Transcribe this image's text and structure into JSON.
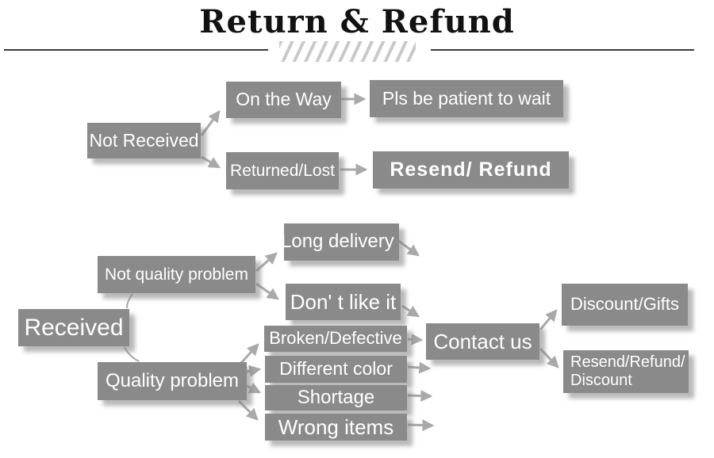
{
  "title": "Return & Refund",
  "colors": {
    "box": "#8a8a8a",
    "box_text": "#ffffff",
    "arrow": "#a9a9a9",
    "rule": "#3a3a3a",
    "hatch": "#c9c9c9",
    "title_text": "#121212"
  },
  "flow_not_received": {
    "root": "Not Received",
    "on_the_way": "On the Way",
    "patient": "Pls be patient to wait",
    "returned_lost": "Returned/Lost",
    "resend_refund": "Resend/ Refund"
  },
  "flow_received": {
    "root": "Received",
    "not_quality": "Not quality problem",
    "long_delivery": "Long delivery",
    "dont_like": "Don' t like it",
    "quality": "Quality problem",
    "broken": "Broken/Defective",
    "different_color": "Different color",
    "shortage": "Shortage",
    "wrong_items": "Wrong items",
    "contact": "Contact us",
    "discount_gifts": "Discount/Gifts",
    "resend_refund_discount": "Resend/Refund/ Discount"
  }
}
